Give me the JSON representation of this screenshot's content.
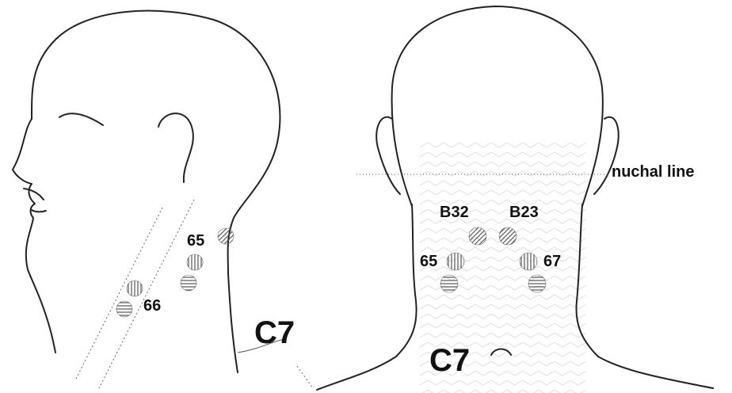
{
  "labels": {
    "side_65": "65",
    "side_66": "66",
    "side_c7": "C7",
    "back_b32": "B32",
    "back_b23": "B23",
    "back_65": "65",
    "back_67": "67",
    "back_c7": "C7",
    "nuchal_line": "nuchal line"
  },
  "colors": {
    "outline": "#222222",
    "marker_stroke": "#555555",
    "text": "#111111"
  },
  "marker_patterns": {
    "side": [
      "diagonal",
      "vertical",
      "horizontal",
      "vertical",
      "horizontal"
    ],
    "back": [
      "diagonal",
      "diagonal",
      "vertical",
      "vertical",
      "horizontal",
      "horizontal"
    ]
  }
}
